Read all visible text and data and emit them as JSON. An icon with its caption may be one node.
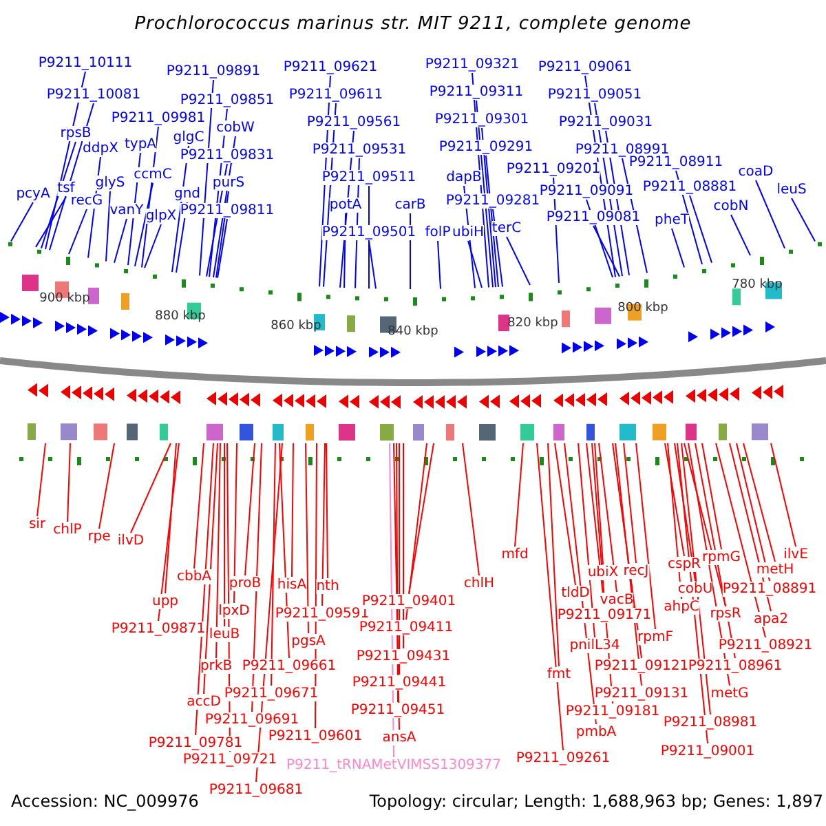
{
  "diagram": {
    "title": "Prochlorococcus marinus str. MIT 9211, complete genome",
    "nodes": [
      {
        "text": [
          "P9211_10111"
        ]
      },
      {
        "text": [
          "P9211_10081"
        ]
      },
      {
        "text": [
          "rpsB"
        ]
      },
      {
        "text": [
          "tsf"
        ]
      },
      {
        "text": [
          "recG"
        ]
      },
      {
        "text": [
          "pcyA"
        ]
      },
      {
        "text": [
          "ddpX"
        ]
      },
      {
        "text": [
          "glyS"
        ]
      },
      {
        "text": [
          "vanY"
        ]
      },
      {
        "text": [
          "typA"
        ]
      },
      {
        "text": [
          "ccmC"
        ]
      },
      {
        "text": [
          "glpX"
        ]
      },
      {
        "text": [
          "P9211_09981"
        ]
      },
      {
        "text": [
          "glgC"
        ]
      },
      {
        "text": [
          "gnd"
        ]
      },
      {
        "text": [
          "P9211_09891"
        ]
      },
      {
        "text": [
          "P9211_09851"
        ]
      },
      {
        "text": [
          "cobW"
        ]
      },
      {
        "text": [
          "P9211_09831"
        ]
      },
      {
        "text": [
          "purS"
        ]
      },
      {
        "text": [
          "P9211_09811"
        ]
      },
      {
        "text": [
          "P9211_09621"
        ]
      },
      {
        "text": [
          "P9211_09611"
        ]
      },
      {
        "text": [
          "P9211_09561"
        ]
      },
      {
        "text": [
          "P9211_09531"
        ]
      },
      {
        "text": [
          "P9211_09511"
        ]
      },
      {
        "text": [
          "potA"
        ]
      },
      {
        "text": [
          "P9211_09501"
        ]
      },
      {
        "text": [
          "carB"
        ]
      },
      {
        "text": [
          "folP"
        ]
      },
      {
        "text": [
          "P9211_09321"
        ]
      },
      {
        "text": [
          "P9211_09311"
        ]
      },
      {
        "text": [
          "P9211_09301"
        ]
      },
      {
        "text": [
          "P9211_09291"
        ]
      },
      {
        "text": [
          "dapB"
        ]
      },
      {
        "text": [
          "P9211_09281"
        ]
      },
      {
        "text": [
          "ubiH"
        ]
      },
      {
        "text": [
          "terC"
        ]
      },
      {
        "text": [
          "P9211_09201"
        ]
      },
      {
        "text": [
          "P9211_09061"
        ]
      },
      {
        "text": [
          "P9211_09051"
        ]
      },
      {
        "text": [
          "P9211_09031"
        ]
      },
      {
        "text": [
          "P9211_08991"
        ]
      },
      {
        "text": [
          "P9211_09091"
        ]
      },
      {
        "text": [
          "P9211_09081"
        ]
      },
      {
        "text": [
          "P9211_08911"
        ]
      },
      {
        "text": [
          "P9211_08881"
        ]
      },
      {
        "text": [
          "pheT"
        ]
      },
      {
        "text": [
          "cobN"
        ]
      },
      {
        "text": [
          "coaD"
        ]
      },
      {
        "text": [
          "leuS"
        ]
      },
      {
        "text": [
          "sir"
        ]
      },
      {
        "text": [
          "chlP"
        ]
      },
      {
        "text": [
          "rpe"
        ]
      },
      {
        "text": [
          "ilvD"
        ]
      },
      {
        "text": [
          "upp"
        ]
      },
      {
        "text": [
          "P9211_09871"
        ]
      },
      {
        "text": [
          "cbbA"
        ]
      },
      {
        "text": [
          "proB"
        ]
      },
      {
        "text": [
          "lpxD"
        ]
      },
      {
        "text": [
          "leuB"
        ]
      },
      {
        "text": [
          "prkB"
        ]
      },
      {
        "text": [
          "accD"
        ]
      },
      {
        "text": [
          "P9211_09781"
        ]
      },
      {
        "text": [
          "P9211_09721"
        ]
      },
      {
        "text": [
          "P9211_09681"
        ]
      },
      {
        "text": [
          "P9211_09691"
        ]
      },
      {
        "text": [
          "P9211_09671"
        ]
      },
      {
        "text": [
          "P9211_09661"
        ]
      },
      {
        "text": [
          "hisA"
        ]
      },
      {
        "text": [
          "P9211_09591"
        ]
      },
      {
        "text": [
          "pgsA"
        ]
      },
      {
        "text": [
          "nth"
        ]
      },
      {
        "text": [
          "P9211_09601"
        ]
      },
      {
        "text": [
          "P9211_09401"
        ]
      },
      {
        "text": [
          "P9211_09411"
        ]
      },
      {
        "text": [
          "P9211_09431"
        ]
      },
      {
        "text": [
          "P9211_09441"
        ]
      },
      {
        "text": [
          "P9211_09451"
        ]
      },
      {
        "text": [
          "ansA"
        ]
      },
      {
        "text": [
          "P9211_tRNAMetVIMSS1309377"
        ]
      },
      {
        "text": [
          "chlH"
        ]
      },
      {
        "text": [
          "mfd"
        ]
      },
      {
        "text": [
          "tldD"
        ]
      },
      {
        "text": [
          "ubiX"
        ]
      },
      {
        "text": [
          "vacB"
        ]
      },
      {
        "text": [
          "P9211_09171"
        ]
      },
      {
        "text": [
          "recJ"
        ]
      },
      {
        "text": [
          "pnilL34"
        ]
      },
      {
        "text": [
          "fmt"
        ]
      },
      {
        "text": [
          "P9211_09121"
        ]
      },
      {
        "text": [
          "rpmF"
        ]
      },
      {
        "text": [
          "P9211_09131"
        ]
      },
      {
        "text": [
          "P9211_09181"
        ]
      },
      {
        "text": [
          "pmbA"
        ]
      },
      {
        "text": [
          "P9211_09261"
        ]
      },
      {
        "text": [
          "cspR"
        ]
      },
      {
        "text": [
          "cobU"
        ]
      },
      {
        "text": [
          "ahpC"
        ]
      },
      {
        "text": [
          "rpmG"
        ]
      },
      {
        "text": [
          "rpsR"
        ]
      },
      {
        "text": [
          "P9211_08891"
        ]
      },
      {
        "text": [
          "metH"
        ]
      },
      {
        "text": [
          "ilvE"
        ]
      },
      {
        "text": [
          "apa2"
        ]
      },
      {
        "text": [
          "P9211_08921"
        ]
      },
      {
        "text": [
          "P9211_08961"
        ]
      },
      {
        "text": [
          "metG"
        ]
      },
      {
        "text": [
          "P9211_08981"
        ]
      },
      {
        "text": [
          "P9211_09001"
        ]
      }
    ],
    "edges": [
      {
        "from": 0,
        "to": null,
        "arrow": "none",
        "color": "#0000ff"
      },
      {
        "from": 1,
        "to": null,
        "arrow": "none",
        "color": "#0000ff"
      },
      {
        "from": 2,
        "to": null,
        "arrow": "none",
        "color": "#0000ff"
      },
      {
        "from": 3,
        "to": null,
        "arrow": "none",
        "color": "#0000ff"
      },
      {
        "from": 4,
        "to": null,
        "arrow": "none",
        "color": "#0000ff"
      },
      {
        "from": 5,
        "to": null,
        "arrow": "none",
        "color": "#0000ff"
      },
      {
        "from": 6,
        "to": null,
        "arrow": "none",
        "color": "#0000ff"
      },
      {
        "from": 7,
        "to": null,
        "arrow": "none",
        "color": "#0000ff"
      },
      {
        "from": 8,
        "to": null,
        "arrow": "none",
        "color": "#0000ff"
      },
      {
        "from": 9,
        "to": null,
        "arrow": "none",
        "color": "#0000ff"
      },
      {
        "from": 10,
        "to": null,
        "arrow": "none",
        "color": "#0000ff"
      },
      {
        "from": 11,
        "to": null,
        "arrow": "none",
        "color": "#0000ff"
      },
      {
        "from": 12,
        "to": null,
        "arrow": "none",
        "color": "#0000ff"
      },
      {
        "from": 13,
        "to": null,
        "arrow": "none",
        "color": "#0000ff"
      },
      {
        "from": 14,
        "to": null,
        "arrow": "none",
        "color": "#0000ff"
      },
      {
        "from": 15,
        "to": null,
        "arrow": "none",
        "color": "#0000ff"
      },
      {
        "from": 16,
        "to": null,
        "arrow": "none",
        "color": "#0000ff"
      },
      {
        "from": 17,
        "to": null,
        "arrow": "none",
        "color": "#0000ff"
      },
      {
        "from": 18,
        "to": null,
        "arrow": "none",
        "color": "#0000ff"
      },
      {
        "from": 19,
        "to": null,
        "arrow": "none",
        "color": "#0000ff"
      },
      {
        "from": 20,
        "to": null,
        "arrow": "none",
        "color": "#0000ff"
      },
      {
        "from": 21,
        "to": null,
        "arrow": "none",
        "color": "#0000ff"
      },
      {
        "from": 22,
        "to": null,
        "arrow": "none",
        "color": "#0000ff"
      },
      {
        "from": 23,
        "to": null,
        "arrow": "none",
        "color": "#0000ff"
      },
      {
        "from": 24,
        "to": null,
        "arrow": "none",
        "color": "#0000ff"
      },
      {
        "from": 25,
        "to": null,
        "arrow": "none",
        "color": "#0000ff"
      },
      {
        "from": 26,
        "to": null,
        "arrow": "none",
        "color": "#0000ff"
      },
      {
        "from": 27,
        "to": null,
        "arrow": "none",
        "color": "#0000ff"
      },
      {
        "from": 28,
        "to": null,
        "arrow": "none",
        "color": "#0000ff"
      },
      {
        "from": 29,
        "to": null,
        "arrow": "none",
        "color": "#0000ff"
      },
      {
        "from": 30,
        "to": null,
        "arrow": "none",
        "color": "#0000ff"
      },
      {
        "from": 31,
        "to": null,
        "arrow": "none",
        "color": "#0000ff"
      },
      {
        "from": 32,
        "to": null,
        "arrow": "none",
        "color": "#0000ff"
      },
      {
        "from": 33,
        "to": null,
        "arrow": "none",
        "color": "#0000ff"
      },
      {
        "from": 34,
        "to": null,
        "arrow": "none",
        "color": "#0000ff"
      },
      {
        "from": 35,
        "to": null,
        "arrow": "none",
        "color": "#0000ff"
      },
      {
        "from": 36,
        "to": null,
        "arrow": "none",
        "color": "#0000ff"
      },
      {
        "from": 37,
        "to": null,
        "arrow": "none",
        "color": "#0000ff"
      },
      {
        "from": 38,
        "to": null,
        "arrow": "none",
        "color": "#0000ff"
      },
      {
        "from": 39,
        "to": null,
        "arrow": "none",
        "color": "#0000ff"
      },
      {
        "from": 40,
        "to": null,
        "arrow": "none",
        "color": "#0000ff"
      },
      {
        "from": 41,
        "to": null,
        "arrow": "none",
        "color": "#0000ff"
      },
      {
        "from": 42,
        "to": null,
        "arrow": "none",
        "color": "#0000ff"
      },
      {
        "from": 43,
        "to": null,
        "arrow": "none",
        "color": "#0000ff"
      },
      {
        "from": 44,
        "to": null,
        "arrow": "none",
        "color": "#0000ff"
      },
      {
        "from": 45,
        "to": null,
        "arrow": "none",
        "color": "#0000ff"
      },
      {
        "from": 46,
        "to": null,
        "arrow": "none",
        "color": "#0000ff"
      },
      {
        "from": 47,
        "to": null,
        "arrow": "none",
        "color": "#0000ff"
      },
      {
        "from": 48,
        "to": null,
        "arrow": "none",
        "color": "#0000ff"
      },
      {
        "from": 49,
        "to": null,
        "arrow": "none",
        "color": "#0000ff"
      },
      {
        "from": 50,
        "to": null,
        "arrow": "none",
        "color": "#0000ff"
      },
      {
        "from": 51,
        "to": null,
        "arrow": "none"
      },
      {
        "from": 52,
        "to": null,
        "arrow": "none"
      },
      {
        "from": 53,
        "to": null,
        "arrow": "none"
      },
      {
        "from": 54,
        "to": null,
        "arrow": "none"
      },
      {
        "from": 55,
        "to": null,
        "arrow": "none"
      },
      {
        "from": 56,
        "to": null,
        "arrow": "none"
      },
      {
        "from": 57,
        "to": null,
        "arrow": "none"
      },
      {
        "from": 58,
        "to": null,
        "arrow": "none"
      },
      {
        "from": 59,
        "to": null,
        "arrow": "none"
      },
      {
        "from": 60,
        "to": null,
        "arrow": "none"
      },
      {
        "from": 61,
        "to": null,
        "arrow": "none"
      },
      {
        "from": 62,
        "to": null,
        "arrow": "none"
      },
      {
        "from": 63,
        "to": null,
        "arrow": "none"
      },
      {
        "from": 64,
        "to": null,
        "arrow": "none"
      },
      {
        "from": 65,
        "to": null,
        "arrow": "none"
      },
      {
        "from": 66,
        "to": null,
        "arrow": "none"
      },
      {
        "from": 67,
        "to": null,
        "arrow": "none"
      },
      {
        "from": 68,
        "to": null,
        "arrow": "none"
      },
      {
        "from": 69,
        "to": null,
        "arrow": "none"
      },
      {
        "from": 70,
        "to": null,
        "arrow": "none"
      },
      {
        "from": 71,
        "to": null,
        "arrow": "none"
      },
      {
        "from": 72,
        "to": null,
        "arrow": "none"
      },
      {
        "from": 73,
        "to": null,
        "arrow": "none"
      },
      {
        "from": 74,
        "to": null,
        "arrow": "none"
      },
      {
        "from": 75,
        "to": null,
        "arrow": "none"
      },
      {
        "from": 76,
        "to": null,
        "arrow": "none"
      },
      {
        "from": 77,
        "to": null,
        "arrow": "none"
      },
      {
        "from": 78,
        "to": null,
        "arrow": "none"
      },
      {
        "from": 79,
        "to": null,
        "arrow": "none"
      },
      {
        "from": 80,
        "to": null,
        "arrow": "none",
        "color": "#ff88cc"
      },
      {
        "from": 81,
        "to": null,
        "arrow": "none"
      },
      {
        "from": 82,
        "to": null,
        "arrow": "none"
      },
      {
        "from": 83,
        "to": null,
        "arrow": "none"
      },
      {
        "from": 84,
        "to": null,
        "arrow": "none"
      },
      {
        "from": 85,
        "to": null,
        "arrow": "none"
      },
      {
        "from": 86,
        "to": null,
        "arrow": "none"
      },
      {
        "from": 87,
        "to": null,
        "arrow": "none"
      },
      {
        "from": 88,
        "to": null,
        "arrow": "none"
      },
      {
        "from": 89,
        "to": null,
        "arrow": "none"
      },
      {
        "from": 90,
        "to": null,
        "arrow": "none"
      },
      {
        "from": 91,
        "to": null,
        "arrow": "none"
      },
      {
        "from": 92,
        "to": null,
        "arrow": "none"
      },
      {
        "from": 93,
        "to": null,
        "arrow": "none"
      },
      {
        "from": 94,
        "to": null,
        "arrow": "none"
      },
      {
        "from": 95,
        "to": null,
        "arrow": "none"
      },
      {
        "from": 96,
        "to": null,
        "arrow": "none"
      },
      {
        "from": 97,
        "to": null,
        "arrow": "none"
      },
      {
        "from": 98,
        "to": null,
        "arrow": "none"
      },
      {
        "from": 99,
        "to": null,
        "arrow": "none"
      },
      {
        "from": 100,
        "to": null,
        "arrow": "none"
      },
      {
        "from": 101,
        "to": null,
        "arrow": "none"
      },
      {
        "from": 102,
        "to": null,
        "arrow": "none"
      },
      {
        "from": 103,
        "to": null,
        "arrow": "none"
      },
      {
        "from": 104,
        "to": null,
        "arrow": "none"
      },
      {
        "from": 105,
        "to": null,
        "arrow": "none"
      },
      {
        "from": 106,
        "to": null,
        "arrow": "none"
      },
      {
        "from": 107,
        "to": null,
        "arrow": "none"
      },
      {
        "from": 108,
        "to": null,
        "arrow": "none"
      },
      {
        "from": 109,
        "to": null,
        "arrow": "none"
      }
    ],
    "labels": [
      "900 kbp",
      "880 kbp",
      "860 kbp",
      "840 kbp",
      "820 kbp",
      "800 kbp",
      "780 kbp",
      "Accession: NC_009976",
      "Topology: circular; Length: 1,688,963 bp; Genes: 1,897"
    ]
  }
}
